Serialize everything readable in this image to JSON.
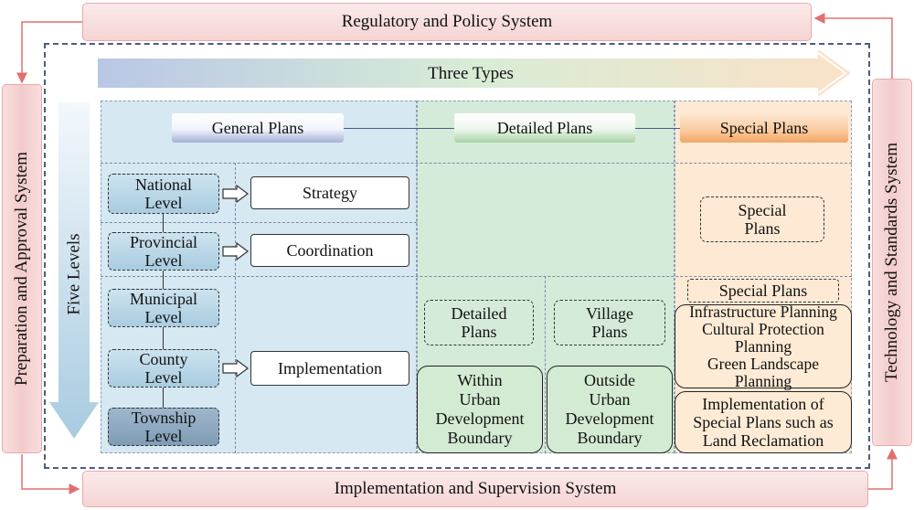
{
  "systems": {
    "top": "Regulatory and Policy System",
    "left": "Preparation and Approval System",
    "right": "Technology and Standards System",
    "bottom": "Implementation and Supervision System"
  },
  "axes": {
    "types_label": "Three Types",
    "levels_label": "Five Levels"
  },
  "plan_types": {
    "general": "General Plans",
    "detailed": "Detailed Plans",
    "special": "Special Plans"
  },
  "levels": [
    {
      "line1": "National",
      "line2": "Level"
    },
    {
      "line1": "Provincial",
      "line2": "Level"
    },
    {
      "line1": "Municipal",
      "line2": "Level"
    },
    {
      "line1": "County",
      "line2": "Level"
    },
    {
      "line1": "Township",
      "line2": "Level"
    }
  ],
  "general_roles": {
    "strategy": "Strategy",
    "coordination": "Coordination",
    "implementation": "Implementation"
  },
  "detailed_section": {
    "detailed_plans": {
      "line1": "Detailed",
      "line2": "Plans"
    },
    "village_plans": {
      "line1": "Village",
      "line2": "Plans"
    },
    "within": {
      "line1": "Within",
      "line2": "Urban",
      "line3": "Development",
      "line4": "Boundary"
    },
    "outside": {
      "line1": "Outside",
      "line2": "Urban",
      "line3": "Development",
      "line4": "Boundary"
    }
  },
  "special_section": {
    "upper_box": {
      "line1": "Special",
      "line2": "Plans"
    },
    "lower_label": "Special Plans",
    "list": {
      "line1": "Infrastructure Planning",
      "line2": "Cultural Protection",
      "line3": "Planning",
      "line4": "Green Landscape",
      "line5": "Planning"
    },
    "implementation": {
      "line1": "Implementation of",
      "line2": "Special Plans such as",
      "line3": "Land Reclamation"
    }
  },
  "colors": {
    "general_zone": "#d6e8f1",
    "detailed_zone": "#d5ebd9",
    "special_zone": "#fde9d4",
    "system_border": "#e9a9a9",
    "cycle_arrow": "#e07070",
    "dashed_frame": "#4e5b82"
  }
}
